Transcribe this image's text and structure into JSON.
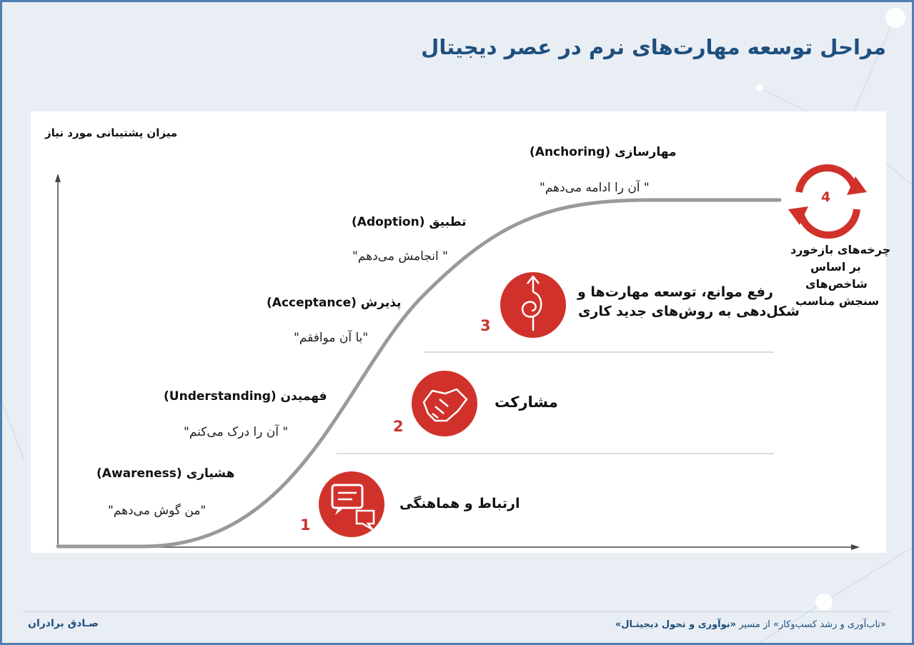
{
  "title": "مراحل توسعه مهارت‌های نرم در عصر دیجیتال",
  "y_axis_label": "میزان پشتیبانی مورد نیاز",
  "stages": [
    {
      "name": "مهارسازی (Anchoring)",
      "quote": "\" آن را ادامه می‌دهم\""
    },
    {
      "name": "تطبیق (Adoption)",
      "quote": "\" انجامش می‌دهم\""
    },
    {
      "name": "پذیرش (Acceptance)",
      "quote": "\"با آن موافقم\""
    },
    {
      "name": "فهمیدن (Understanding)",
      "quote": "\" آن را درک می‌کنم\""
    },
    {
      "name": "هشیاری (Awareness)",
      "quote": "\"من گوش می‌دهم\""
    }
  ],
  "steps": [
    {
      "number": "1",
      "label": "ارتباط و هماهنگی",
      "icon": "chat-bubbles-icon"
    },
    {
      "number": "2",
      "label": "مشارکت",
      "icon": "handshake-icon"
    },
    {
      "number": "3",
      "label_line1": "رفع موانع، توسعه مهارت‌ها و",
      "label_line2": "شکل‌دهی به روش‌های جدید کاری",
      "icon": "spiral-arrow-icon"
    },
    {
      "number": "4",
      "label_line1": "چرخه‌های بازخورد",
      "label_line2": "بر اساس",
      "label_line3": "شاخص‌های",
      "label_line4": "سنجش مناسب",
      "icon": "cycle-arrows-icon"
    }
  ],
  "colors": {
    "accent": "#d0322b",
    "title": "#1e4f7e",
    "curve": "#9a9a9a"
  },
  "footer": {
    "author": "صـادق برادران",
    "note_part1": "«تاب‌آوری و رشد کسب‌وکار» از مسیر ",
    "note_part2": "«نوآوری و تحول دیجیتـال»"
  }
}
